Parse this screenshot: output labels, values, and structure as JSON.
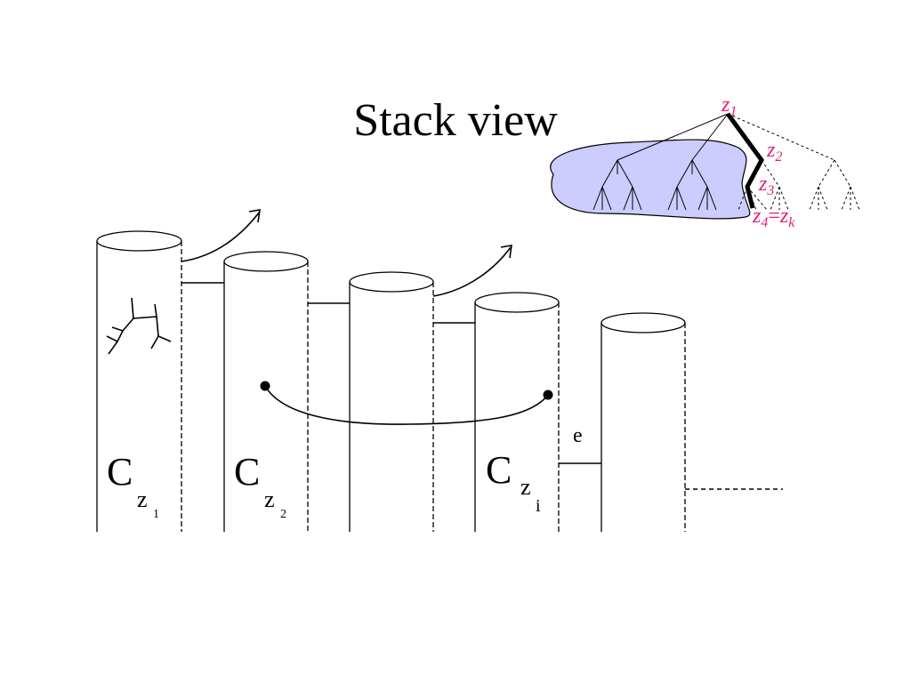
{
  "slide": {
    "title": "Stack view"
  },
  "cylinders": [
    {
      "big": "C",
      "sub": "z",
      "subsub": "1"
    },
    {
      "big": "C",
      "sub": "z",
      "subsub": "2"
    },
    {
      "big": "",
      "sub": "",
      "subsub": ""
    },
    {
      "big": "C",
      "sub": "z",
      "subsub": "i"
    },
    {
      "big": "",
      "sub": "",
      "subsub": ""
    }
  ],
  "edge_label": "e",
  "tree_inset": {
    "fill_color": "#ccccff",
    "path_color": "#000000",
    "label_color": "#e8197c",
    "labels": {
      "z1": {
        "base": "z",
        "sub": "1"
      },
      "z2": {
        "base": "z",
        "sub": "2"
      },
      "z3": {
        "base": "z",
        "sub": "3"
      },
      "z4": {
        "base": "z",
        "sub": "4",
        "eq": "=",
        "base2": "z",
        "sub2": "k"
      }
    }
  }
}
